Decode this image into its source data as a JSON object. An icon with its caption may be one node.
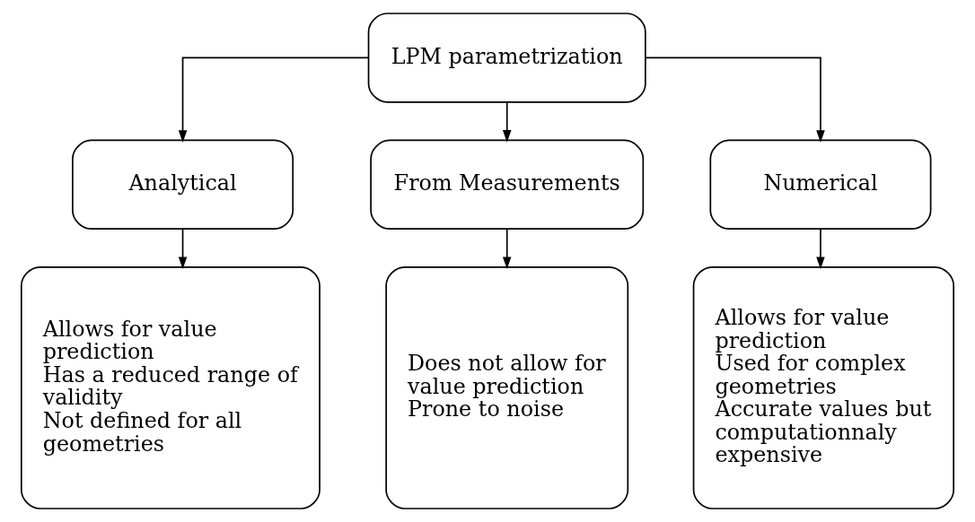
{
  "diagram": {
    "nodes": [
      {
        "text": [
          "LPM parametrization"
        ]
      },
      {
        "text": [
          "Analytical"
        ]
      },
      {
        "text": [
          "From Measurements"
        ]
      },
      {
        "text": [
          "Numerical"
        ]
      },
      {
        "text": [
          "Allows for value prediction",
          "Has a reduced range of validity",
          "Not defined for all geometries"
        ]
      },
      {
        "text": [
          "Does not allow for value prediction",
          "Prone to noise"
        ]
      },
      {
        "text": [
          "Allows for value prediction",
          "Used for complex geometries",
          "Accurate values but computationnaly expensive"
        ]
      }
    ],
    "edges": [
      {
        "from": 0,
        "to": 1,
        "arrow": "to"
      },
      {
        "from": 0,
        "to": 2,
        "arrow": "to"
      },
      {
        "from": 0,
        "to": 3,
        "arrow": "to"
      },
      {
        "from": 1,
        "to": 4,
        "arrow": "to"
      },
      {
        "from": 2,
        "to": 5,
        "arrow": "to"
      },
      {
        "from": 3,
        "to": 6,
        "arrow": "to"
      }
    ]
  }
}
